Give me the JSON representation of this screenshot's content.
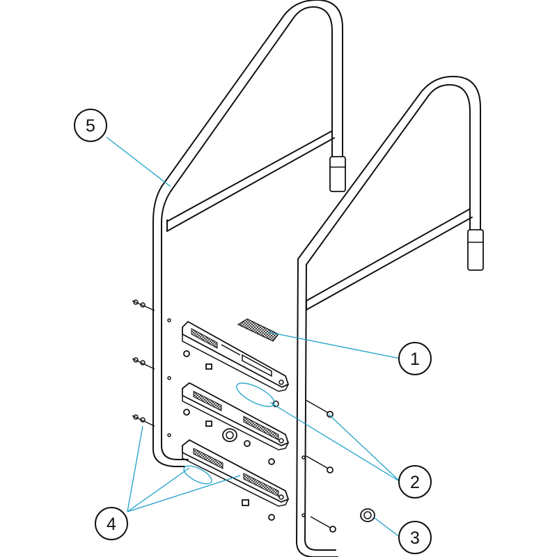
{
  "callouts": [
    {
      "id": "1",
      "label": "1"
    },
    {
      "id": "2",
      "label": "2"
    },
    {
      "id": "3",
      "label": "3"
    },
    {
      "id": "4",
      "label": "4"
    },
    {
      "id": "5",
      "label": "5"
    }
  ],
  "colors": {
    "leader": "#1ea0c8",
    "line": "#111111",
    "background": "#ffffff"
  }
}
